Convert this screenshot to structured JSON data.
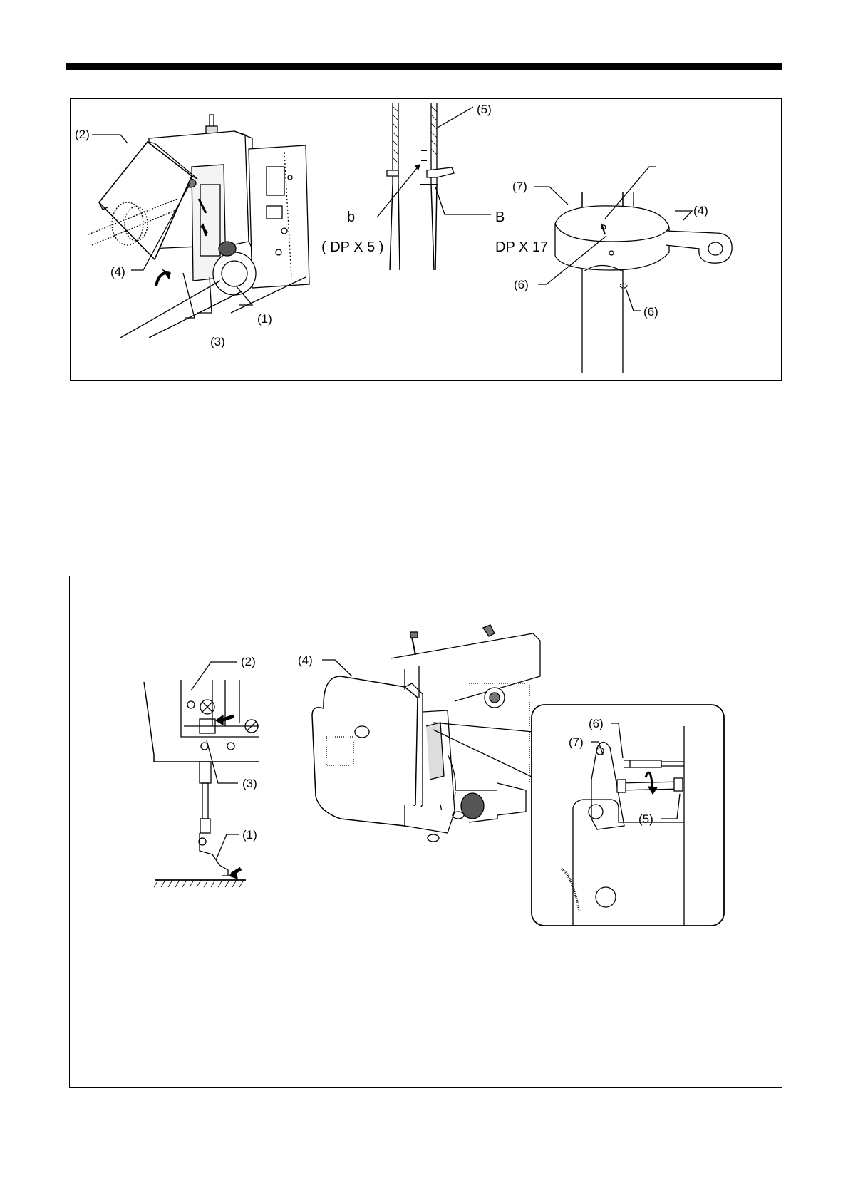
{
  "figure_top": {
    "labels": {
      "label_2": "(2)",
      "label_4": "(4)",
      "label_3": "(3)",
      "label_1": "(1)",
      "label_5": "(5)",
      "label_b": "b",
      "label_B": "B",
      "label_dpx5": "( DP X 5 )",
      "label_dpx17": "DP X 17",
      "label_7": "(7)",
      "label_4r": "(4)",
      "label_6a": "(6)",
      "label_6b": "(6)"
    }
  },
  "figure_bottom": {
    "labels": {
      "label_2": "(2)",
      "label_3": "(3)",
      "label_1": "(1)",
      "label_4": "(4)",
      "label_6": "(6)",
      "label_7": "(7)",
      "label_5": "(5)"
    }
  }
}
